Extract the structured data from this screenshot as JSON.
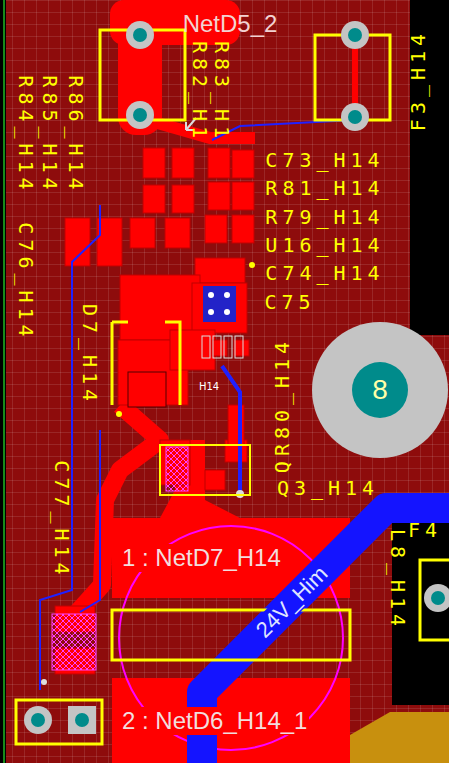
{
  "diagram": {
    "nodes": [
      {
        "text": [
          "1 : NetD7_H14"
        ]
      },
      {
        "text": [
          "2 : NetD6_H14_1"
        ]
      }
    ],
    "labels": [
      "NetD5_2",
      "R82_H1",
      "R83_H1",
      "F3_H14",
      "R86_H14",
      "R85_H14",
      "R84_H14",
      "C76_H14",
      "C73_H14",
      "R81_H14",
      "R79_H14",
      "U16_H14",
      "C74_H14",
      "C75",
      "QR80_H14",
      "D7_H14",
      "H14",
      "C77_H14",
      "Q3_H14",
      "8",
      "L8_H14",
      "F4",
      "24V_Him"
    ]
  }
}
